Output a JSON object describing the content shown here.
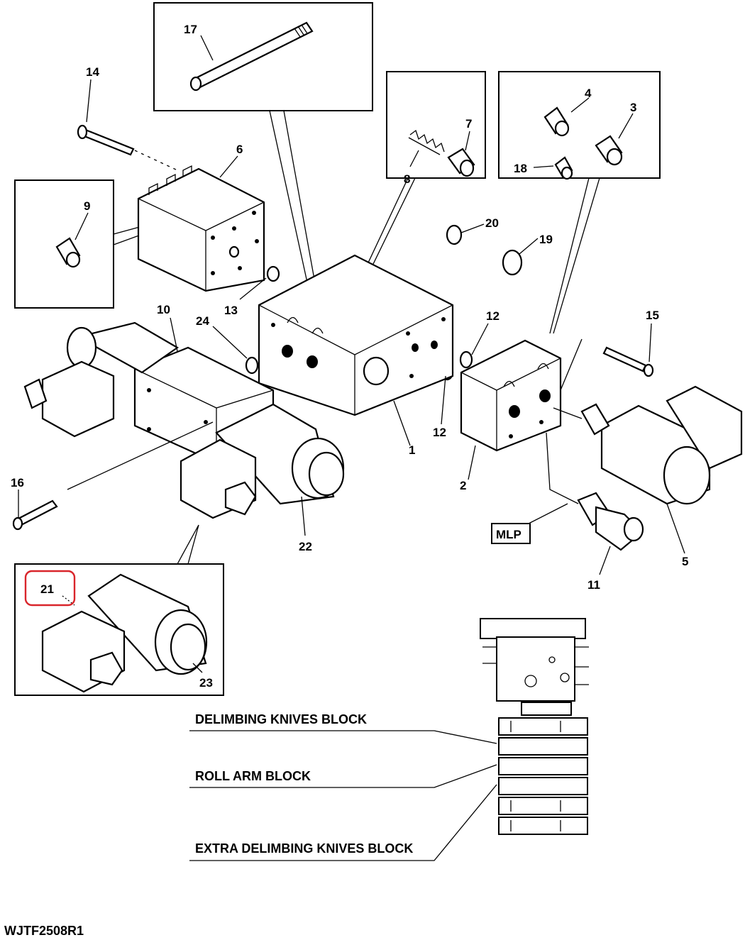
{
  "diagram": {
    "figure_id": "WJTF2508R1",
    "part_labels": {
      "p1": "1",
      "p2": "2",
      "p3": "3",
      "p4": "4",
      "p5": "5",
      "p6": "6",
      "p7": "7",
      "p8": "8",
      "p9": "9",
      "p10": "10",
      "p11": "11",
      "p12a": "12",
      "p12b": "12",
      "p13": "13",
      "p14": "14",
      "p15": "15",
      "p16": "16",
      "p17": "17",
      "p18": "18",
      "p19": "19",
      "p20": "20",
      "p21": "21",
      "p22": "22",
      "p23": "23",
      "p24": "24"
    },
    "mlp_label": "MLP",
    "block_labels": {
      "delimbing": "DELIMBING KNIVES BLOCK",
      "roll_arm": "ROLL ARM BLOCK",
      "extra_delimbing": "EXTRA DELIMBING KNIVES BLOCK"
    },
    "highlight_color": "#d9252b"
  }
}
